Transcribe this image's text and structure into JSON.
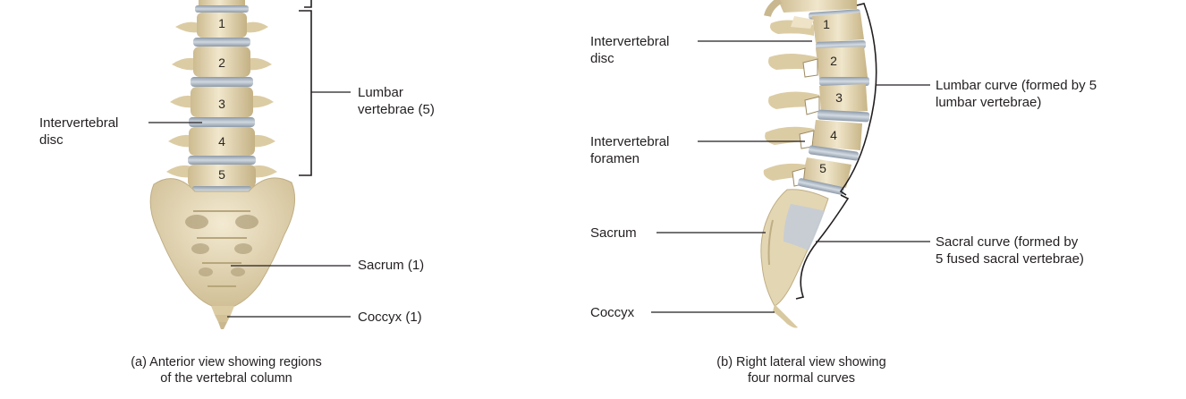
{
  "panel_a": {
    "vertebra_numbers": [
      "1",
      "2",
      "3",
      "4",
      "5"
    ],
    "labels": {
      "lumbar_line1": "Lumbar",
      "lumbar_line2": "vertebrae (5)",
      "disc_line1": "Intervertebral",
      "disc_line2": "disc",
      "sacrum": "Sacrum (1)",
      "coccyx": "Coccyx (1)"
    },
    "caption_line1": "(a) Anterior view showing regions",
    "caption_line2": "of the vertebral column"
  },
  "panel_b": {
    "vertebra_numbers": [
      "1",
      "2",
      "3",
      "4",
      "5"
    ],
    "labels": {
      "disc_line1": "Intervertebral",
      "disc_line2": "disc",
      "foramen_line1": "Intervertebral",
      "foramen_line2": "foramen",
      "sacrum": "Sacrum",
      "coccyx": "Coccyx",
      "lumbar_curve_line1": "Lumbar curve (formed by 5",
      "lumbar_curve_line2": "lumbar vertebrae)",
      "sacral_curve_line1": "Sacral curve (formed by",
      "sacral_curve_line2": "5 fused sacral vertebrae)"
    },
    "caption_line1": "(b) Right lateral view showing",
    "caption_line2": "four normal curves"
  },
  "colors": {
    "bone": "#e8dcbc",
    "bone_shadow": "#c9b88f",
    "disc": "#a9b6c2",
    "line": "#231f20"
  }
}
